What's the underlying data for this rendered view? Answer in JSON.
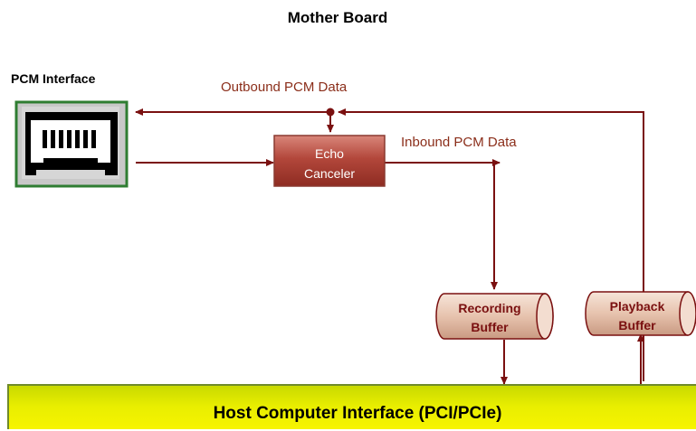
{
  "title": "Mother Board",
  "pcm_interface": {
    "label": "PCM Interface"
  },
  "flows": {
    "outbound": "Outbound PCM Data",
    "inbound": "Inbound PCM Data"
  },
  "echo_canceler": {
    "line1": "Echo",
    "line2": "Canceler"
  },
  "recording_buffer": {
    "line1": "Recording",
    "line2": "Buffer"
  },
  "playback_buffer": {
    "line1": "Playback",
    "line2": "Buffer"
  },
  "host_interface": {
    "label": "Host Computer Interface (PCI/PCIe)"
  },
  "colors": {
    "wire": "#7a1010",
    "flow_label": "#8b2e1a",
    "echo_box": "#b0443a",
    "buffer": "#e8c7b4",
    "bus_top": "#cfe000",
    "bus_bottom": "#f6f300",
    "port_border": "#2f7d32"
  }
}
